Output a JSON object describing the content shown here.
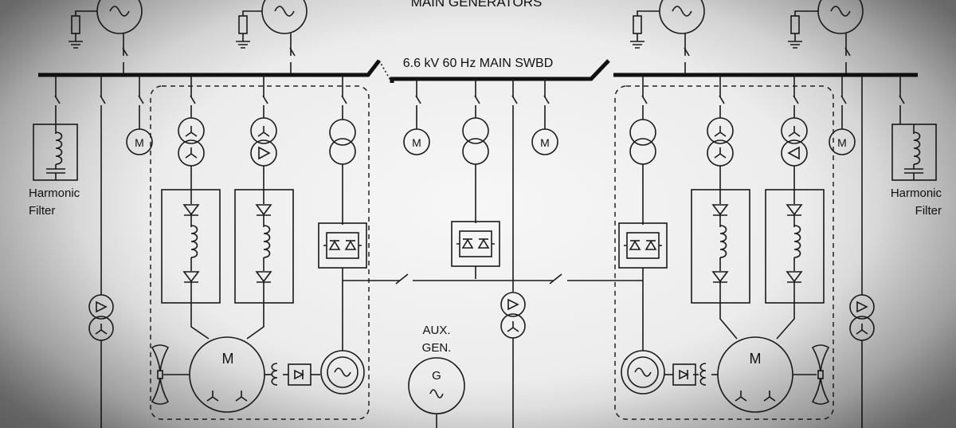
{
  "labels": {
    "main_generators": "MAIN  GENERATORS",
    "swbd": "6.6 kV  60 Hz MAIN SWBD",
    "harmonic_left_1": "Harmonic",
    "harmonic_left_2": "Filter",
    "harmonic_right_1": "Harmonic",
    "harmonic_right_2": "Filter",
    "aux_1": "AUX.",
    "aux_2": "GEN.",
    "aux_g": "G",
    "motor_m": "M"
  }
}
